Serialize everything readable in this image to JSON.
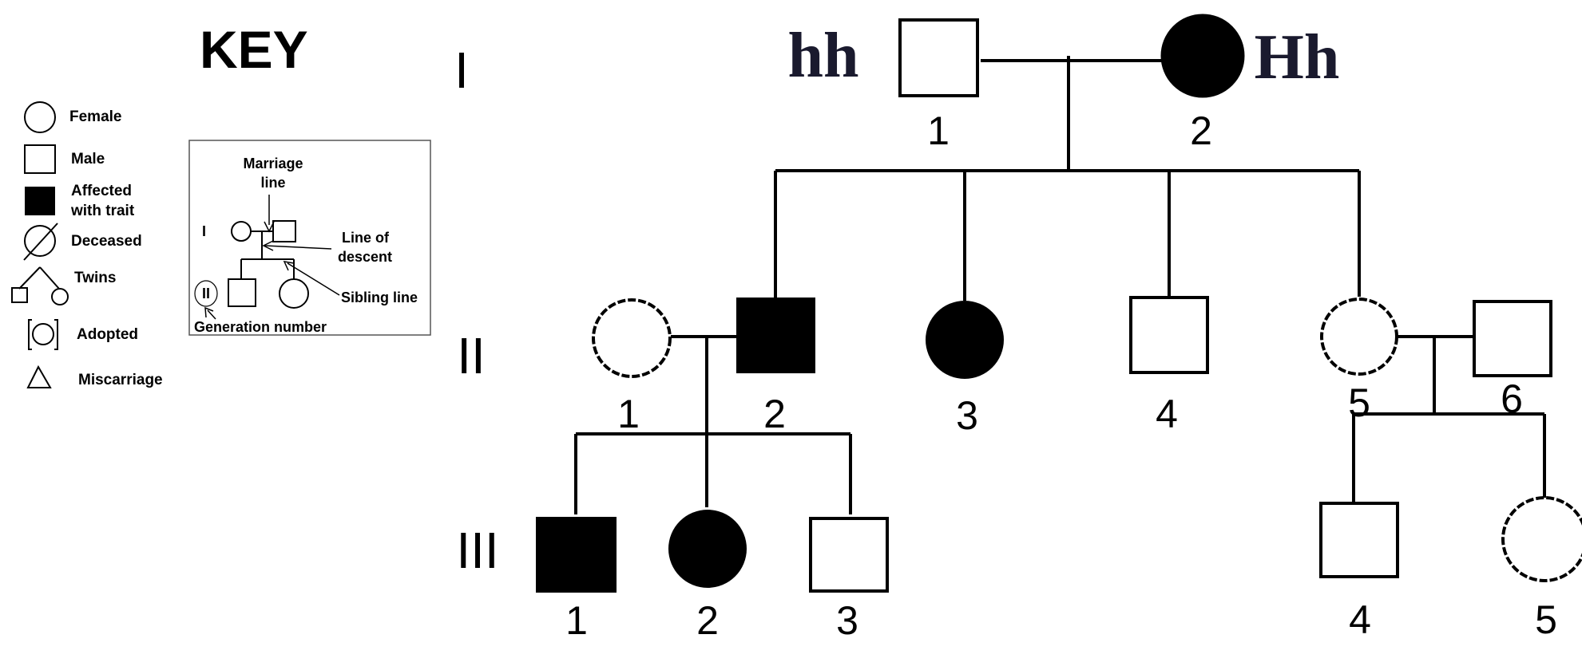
{
  "key": {
    "title": "KEY",
    "items": {
      "female": "Female",
      "male": "Male",
      "affected_line1": "Affected",
      "affected_line2": "with trait",
      "deceased": "Deceased",
      "twins": "Twins",
      "adopted": "Adopted",
      "miscarriage": "Miscarriage"
    },
    "inset": {
      "marriage_line_1": "Marriage",
      "marriage_line_2": "line",
      "descent_1": "Line of",
      "descent_2": "descent",
      "sibling": "Sibling line",
      "generation_number": "Generation number",
      "gen_i": "I",
      "gen_ii": "II"
    }
  },
  "generations": [
    "I",
    "II",
    "III"
  ],
  "genotypes": {
    "gen1_male": "hh",
    "gen1_female": "Hh"
  },
  "pedigree": {
    "gen1": [
      {
        "number": "1",
        "sex": "male",
        "affected": false
      },
      {
        "number": "2",
        "sex": "female",
        "affected": true
      }
    ],
    "gen2": [
      {
        "number": "1",
        "sex": "female",
        "affected": false
      },
      {
        "number": "2",
        "sex": "male",
        "affected": true
      },
      {
        "number": "3",
        "sex": "female",
        "affected": true
      },
      {
        "number": "4",
        "sex": "male",
        "affected": false
      },
      {
        "number": "5",
        "sex": "female",
        "affected": false
      },
      {
        "number": "6",
        "sex": "male",
        "affected": false
      }
    ],
    "gen3": [
      {
        "number": "1",
        "sex": "male",
        "affected": true
      },
      {
        "number": "2",
        "sex": "female",
        "affected": true
      },
      {
        "number": "3",
        "sex": "male",
        "affected": false
      },
      {
        "number": "4",
        "sex": "male",
        "affected": false
      },
      {
        "number": "5",
        "sex": "female",
        "affected": false
      }
    ]
  }
}
